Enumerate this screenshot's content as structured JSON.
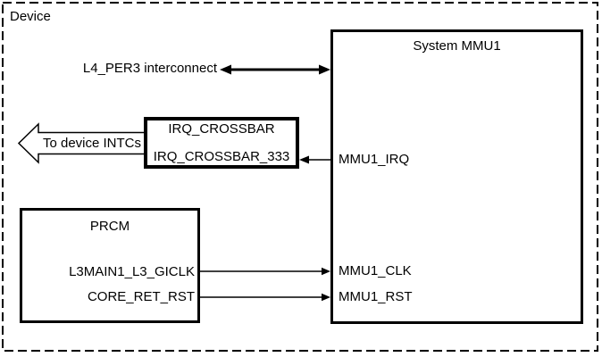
{
  "device": {
    "label": "Device"
  },
  "blocks": {
    "mmu1": {
      "title": "System MMU1",
      "ports": {
        "irq": "MMU1_IRQ",
        "clk": "MMU1_CLK",
        "rst": "MMU1_RST"
      }
    },
    "prcm": {
      "title": "PRCM",
      "ports": {
        "clk": "L3MAIN1_L3_GICLK",
        "rst": "CORE_RET_RST"
      }
    },
    "irq_crossbar": {
      "title": "IRQ_CROSSBAR",
      "instance": "IRQ_CROSSBAR_333"
    }
  },
  "labels": {
    "l4_interconnect": "L4_PER3 interconnect",
    "to_device_intcs": "To device INTCs"
  },
  "colors": {
    "line": "#000000",
    "background": "#ffffff"
  }
}
